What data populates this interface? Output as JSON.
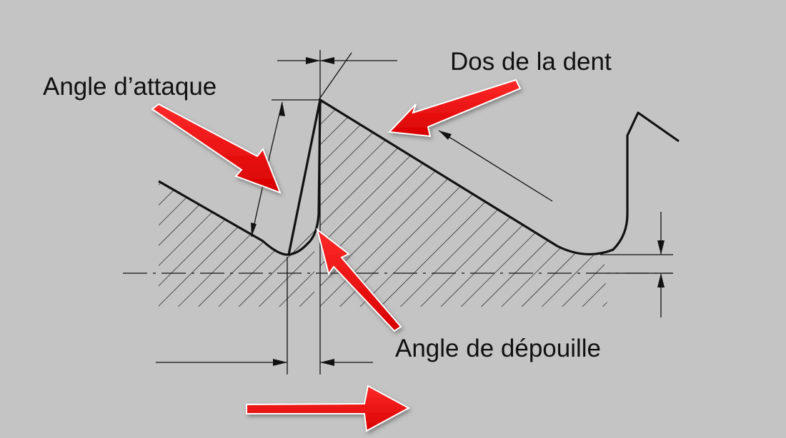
{
  "labels": {
    "dos_de_la_dent": "Dos de la dent",
    "angle_attaque": "Angle d’attaque",
    "angle_depouille": "Angle de dépouille"
  },
  "colors": {
    "background": "#c4c4c4",
    "ink": "#111111",
    "arrow_red": "#f20d0d"
  },
  "icons": {
    "callout_arrows": "red-arrow",
    "direction_arrow": "red-arrow-right"
  }
}
